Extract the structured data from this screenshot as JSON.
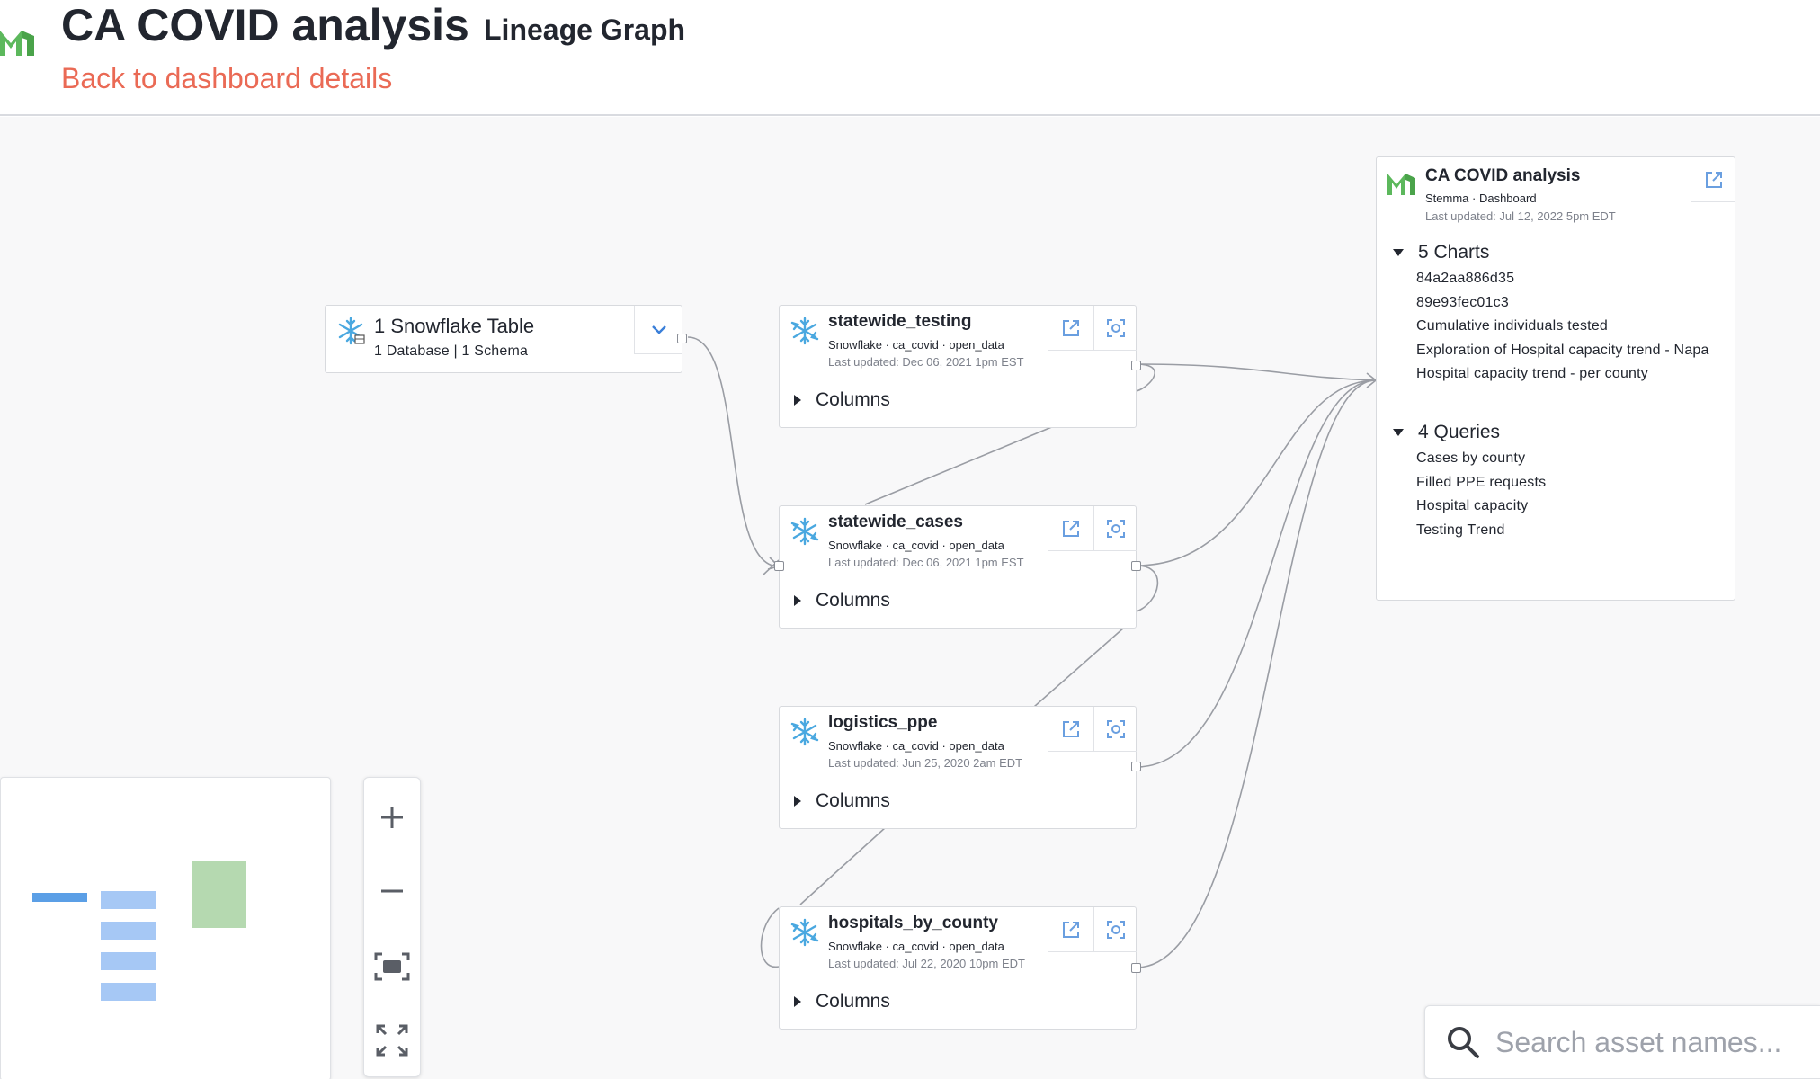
{
  "header": {
    "title": "CA COVID analysis",
    "subtitle": "Lineage Graph",
    "back_link": "Back to dashboard details"
  },
  "group_node": {
    "title": "1 Snowflake Table",
    "subtitle": "1 Database | 1 Schema"
  },
  "tables": [
    {
      "name": "statewide_testing",
      "source": "Snowflake · ca_covid · open_data",
      "updated": "Last updated: Dec 06, 2021 1pm EST",
      "columns_label": "Columns"
    },
    {
      "name": "statewide_cases",
      "source": "Snowflake · ca_covid · open_data",
      "updated": "Last updated: Dec 06, 2021 1pm EST",
      "columns_label": "Columns"
    },
    {
      "name": "logistics_ppe",
      "source": "Snowflake · ca_covid · open_data",
      "updated": "Last updated: Jun 25, 2020 2am EDT",
      "columns_label": "Columns"
    },
    {
      "name": "hospitals_by_county",
      "source": "Snowflake · ca_covid · open_data",
      "updated": "Last updated: Jul 22, 2020 10pm EDT",
      "columns_label": "Columns"
    }
  ],
  "dashboard": {
    "name": "CA COVID analysis",
    "source": "Stemma · Dashboard",
    "updated": "Last updated: Jul 12, 2022 5pm EDT",
    "charts_label": "5 Charts",
    "charts": [
      "84a2aa886d35",
      "89e93fec01c3",
      "Cumulative individuals tested",
      "Exploration of Hospital capacity trend - Napa",
      "Hospital capacity trend - per county"
    ],
    "queries_label": "4 Queries",
    "queries": [
      "Cases by county",
      "Filled PPE requests",
      "Hospital capacity",
      "Testing Trend"
    ]
  },
  "search": {
    "placeholder": "Search asset names..."
  },
  "colors": {
    "accent_link": "#ea6a55",
    "snowflake": "#4aa8e0",
    "brand_green": "#5cb85c",
    "icon_blue": "#6a9fe0",
    "minimap_blue": "#a6c8f5",
    "minimap_green": "#b5d9b0"
  }
}
